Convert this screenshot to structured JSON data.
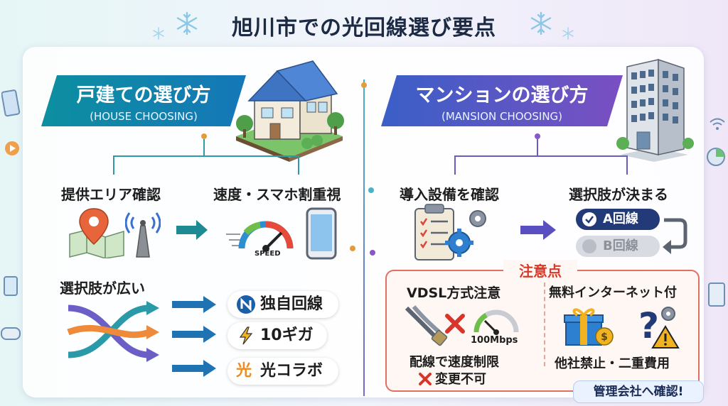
{
  "title": "旭川市での光回線選び要点",
  "house": {
    "heading": "戸建ての選び方",
    "subheading": "(HOUSE CHOOSING)",
    "area_check": "提供エリア確認",
    "speed_focus": "速度・スマホ割重視",
    "speed_gauge_label": "SPEED",
    "many_choices": "選択肢が広い",
    "options": [
      {
        "label": "独自回線",
        "icon": "n-logo-icon"
      },
      {
        "label": "10ギガ",
        "icon": "lightning-icon"
      },
      {
        "label": "光コラボ",
        "icon": "hikari-icon",
        "icon_char": "光"
      }
    ]
  },
  "mansion": {
    "heading": "マンションの選び方",
    "subheading": "(MANSION CHOOSING)",
    "check_equipment": "導入設備を確認",
    "choice_decided": "選択肢が決まる",
    "choices": [
      "A回線",
      "B回線"
    ],
    "caution": {
      "title": "注意点",
      "vdsl_title": "VDSL方式注意",
      "speed_label": "100Mbps",
      "vdsl_line1": "配線で速度制限",
      "vdsl_line2": "変更不可",
      "free_title": "無料インターネット付",
      "free_line": "他社禁止・二重費用"
    },
    "footer": "管理会社へ確認!"
  },
  "colors": {
    "teal": "#0d8fa0",
    "blue": "#1577b8",
    "indigo": "#3a5fc7",
    "purple": "#7a4fc2",
    "alert_red": "#d83a2a",
    "navy": "#233a78"
  }
}
